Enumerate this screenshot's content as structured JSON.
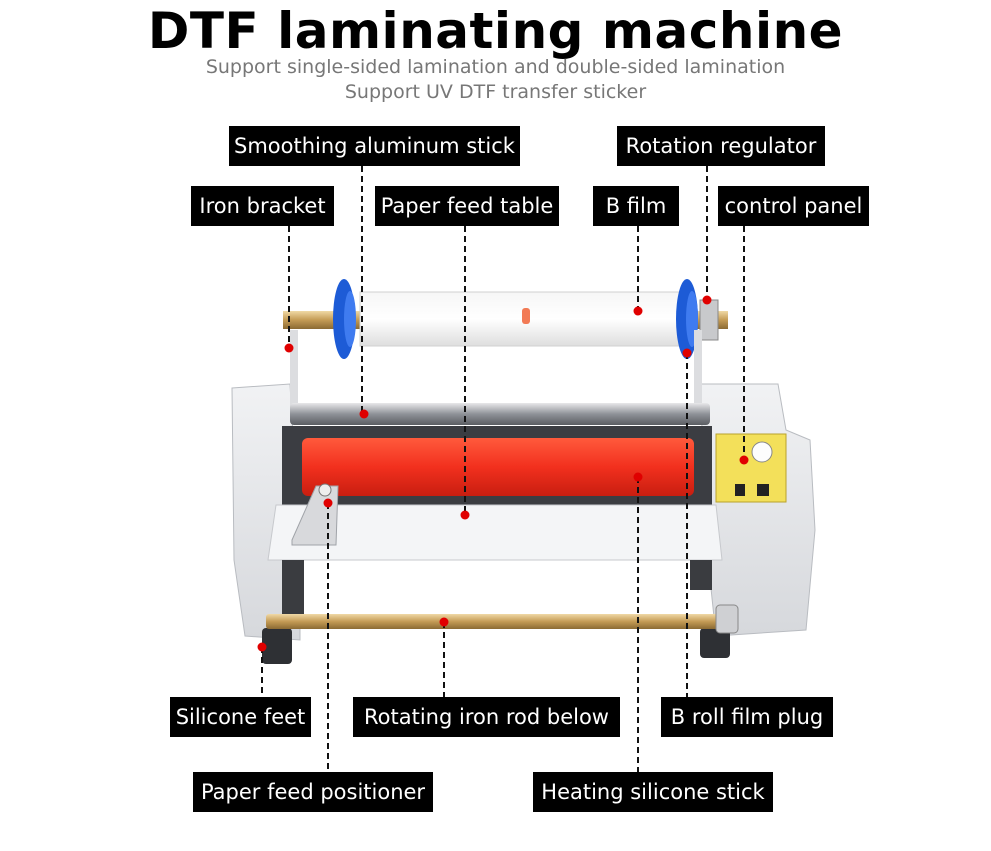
{
  "title": "DTF laminating machine",
  "subtitle_lines": [
    "Support single-sided lamination and double-sided lamination",
    "Support UV DTF transfer sticker"
  ],
  "callouts": {
    "smoothing_aluminum_stick": "Smoothing aluminum stick",
    "rotation_regulator": "Rotation regulator",
    "iron_bracket": "Iron bracket",
    "paper_feed_table": "Paper feed table",
    "b_film": "B film",
    "control_panel": "control panel",
    "silicone_feet": "Silicone feet",
    "rotating_iron_rod_below": "Rotating iron rod below",
    "b_roll_film_plug": "B roll film plug",
    "paper_feed_positioner": "Paper feed positioner",
    "heating_silicone_stick": "Heating silicone stick"
  },
  "colors": {
    "label_bg": "#000000",
    "label_text": "#ffffff",
    "pointer_dot": "#e00000",
    "silicone_roller": "#f2301e",
    "film_reel": "#1d5bd6",
    "control_panel": "#f3e05a",
    "rod": "#c9a45e"
  }
}
